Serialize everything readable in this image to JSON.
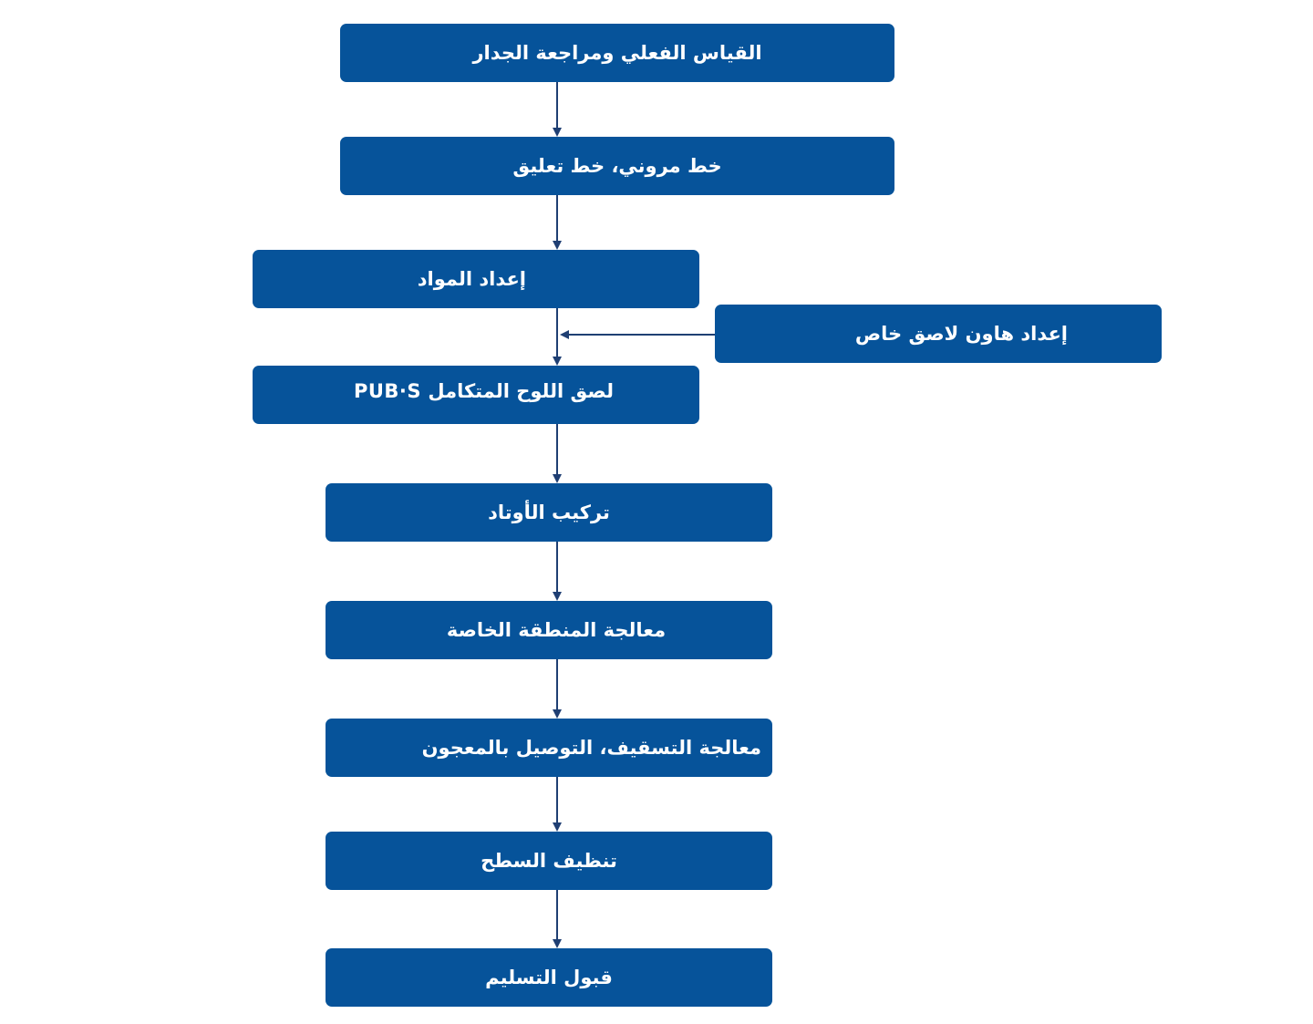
{
  "colors": {
    "node_fill": "#06539a",
    "node_text": "#ffffff",
    "connector": "#1f3f73",
    "background": "#ffffff"
  },
  "steps": {
    "measure": "القياس الفعلي ومراجعة الجدار",
    "lines": "خط مروني، خط تعليق",
    "prepare_materials": "إعداد المواد",
    "prepare_mortar": "إعداد هاون لاصق خاص",
    "attach_panel": "لصق اللوح المتكامل PUB·S",
    "install_anchors": "تركيب الأوتاد",
    "special_area": "معالجة المنطقة الخاصة",
    "caulking": "معالجة التسقيف، التوصيل بالمعجون",
    "clean_surface": "تنظيف السطح",
    "acceptance": "قبول التسليم"
  }
}
